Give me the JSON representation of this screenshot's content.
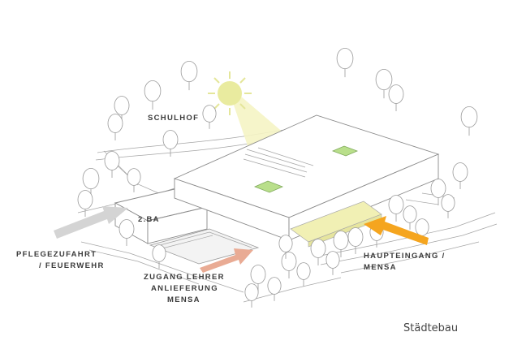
{
  "labels": {
    "schulhof": "SCHULHOF",
    "ba2": "2.BA",
    "pflege_line1": "PFLEGEZUFAHRT",
    "pflege_line2": "/ FEUERWEHR",
    "zugang_line1": "ZUGANG LEHRER",
    "zugang_line2": "ANLIEFERUNG",
    "zugang_line3": "MENSA",
    "haupt_line1": "HAUPTEINGANG /",
    "haupt_line2": "MENSA"
  },
  "caption": "Städtebau",
  "colors": {
    "sun": "#e9eb9f",
    "sunlight": "#f5f4c4",
    "skylight": "#b9df8b",
    "entrance_glass": "#f1f0b4",
    "arrow_main": "#f5a51f",
    "arrow_staff": "#e9ab94",
    "arrow_fire": "#d4d4d4"
  },
  "icons": [
    "sun-icon",
    "tree-icon",
    "arrow-icon"
  ]
}
